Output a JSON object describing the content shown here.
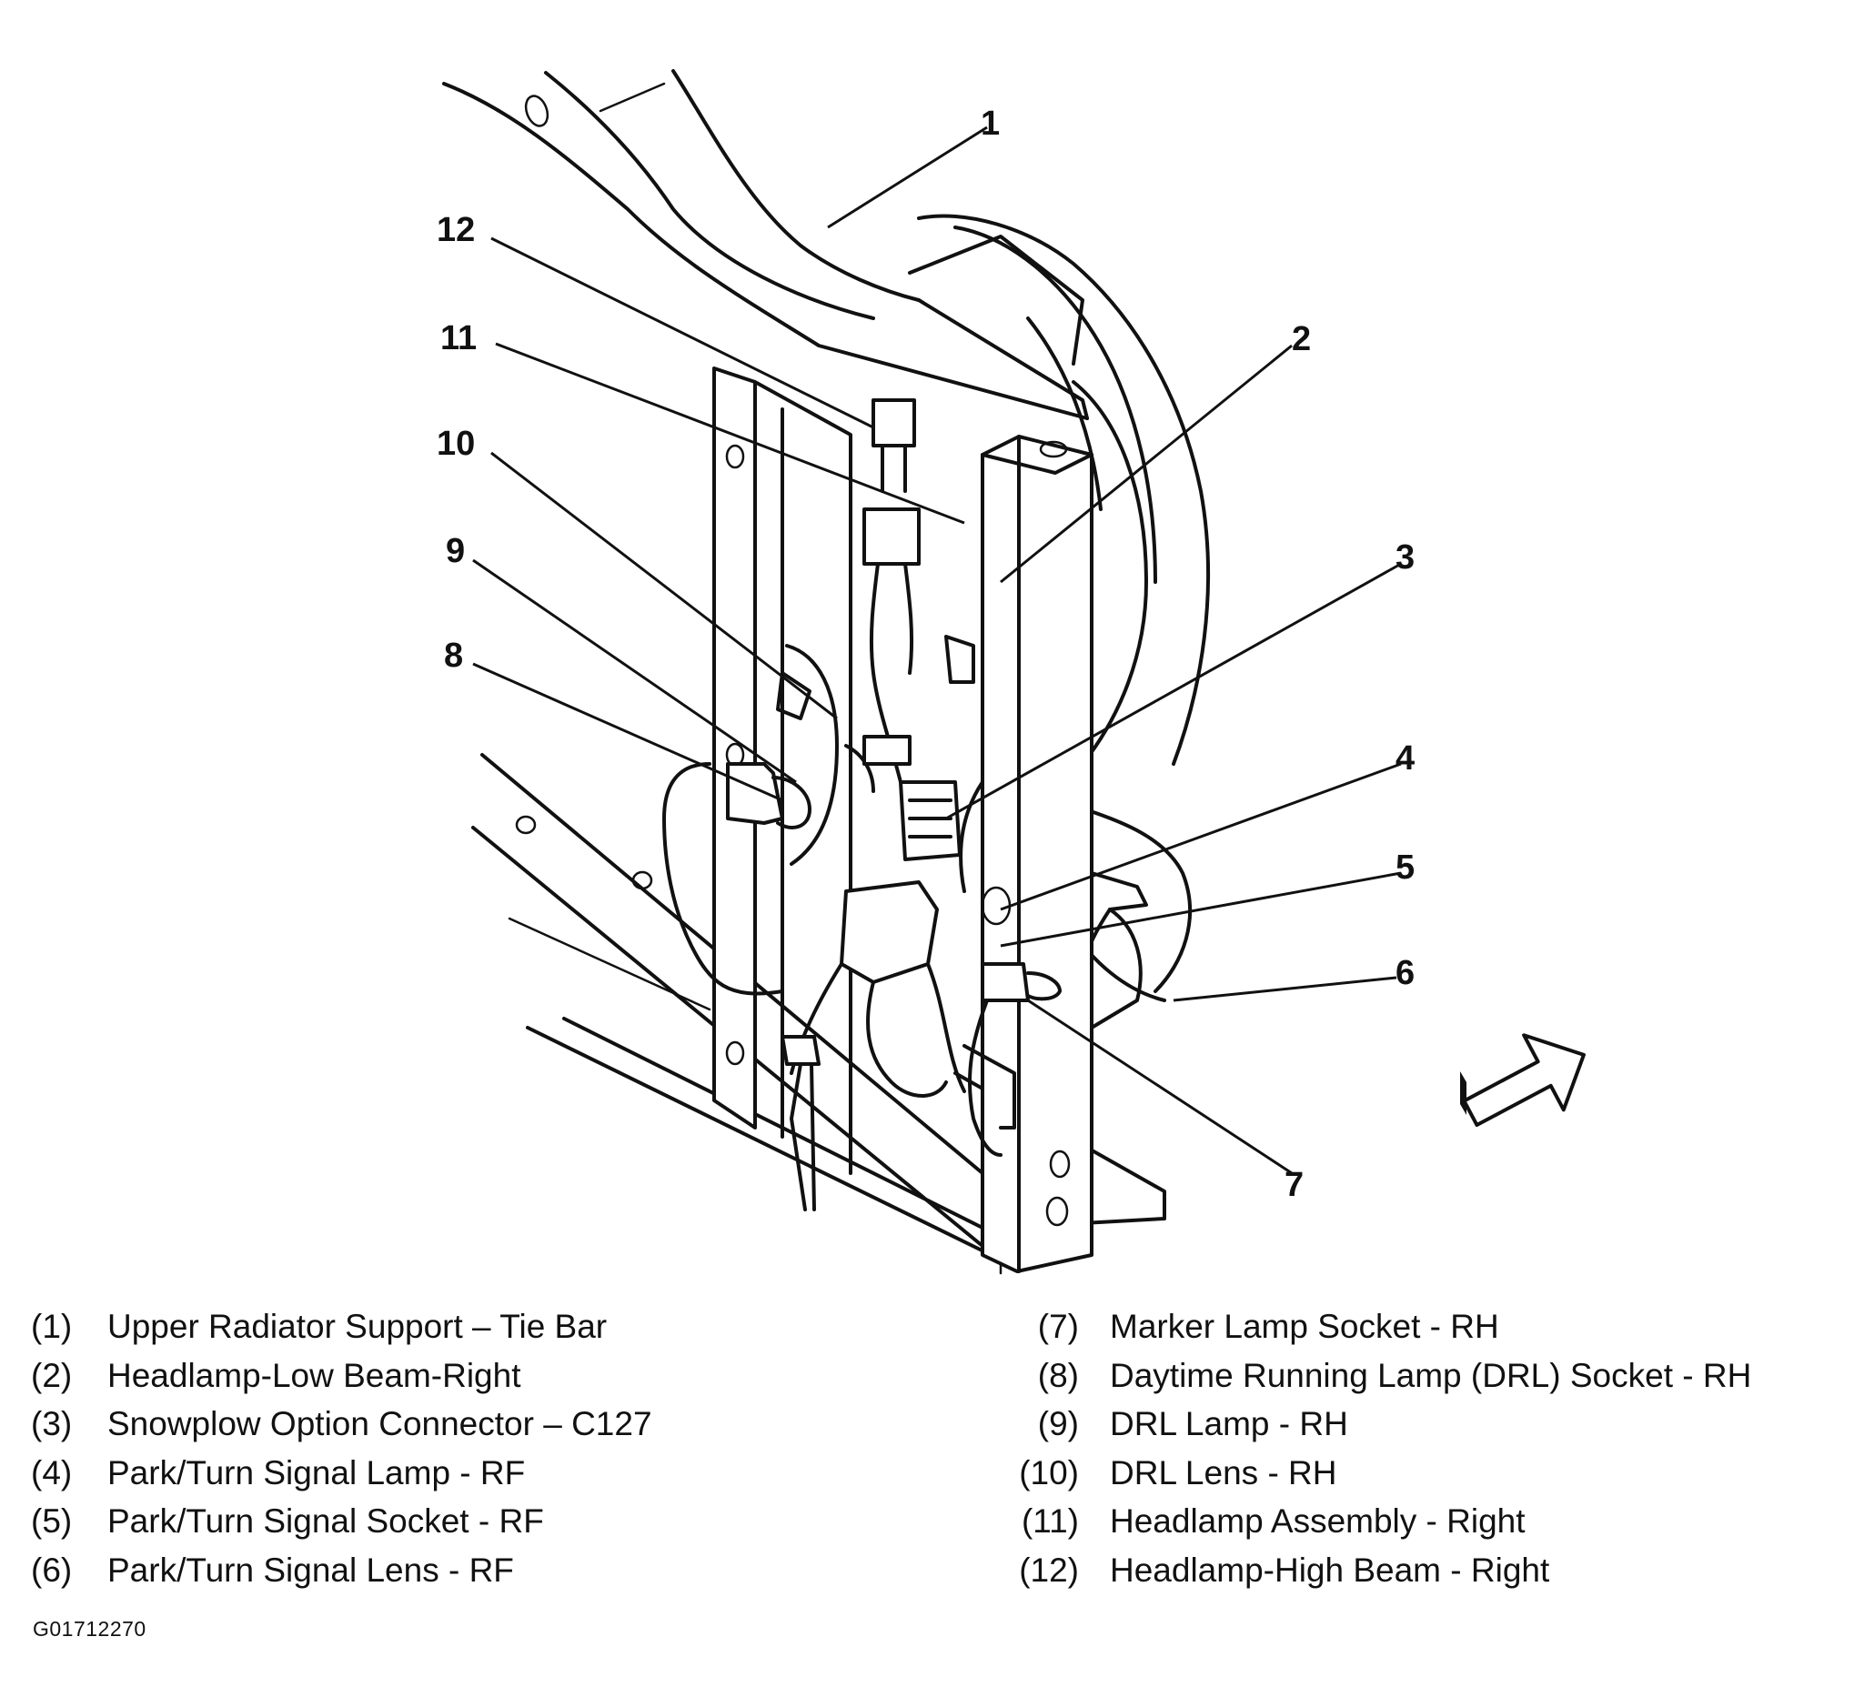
{
  "callouts": [
    "1",
    "2",
    "3",
    "4",
    "5",
    "6",
    "7",
    "8",
    "9",
    "10",
    "11",
    "12"
  ],
  "legend": [
    {
      "num": "(1)",
      "text": "Upper Radiator Support – Tie Bar"
    },
    {
      "num": "(2)",
      "text": "Headlamp-Low Beam-Right"
    },
    {
      "num": "(3)",
      "text": "Snowplow Option Connector – C127"
    },
    {
      "num": "(4)",
      "text": "Park/Turn Signal Lamp - RF"
    },
    {
      "num": "(5)",
      "text": "Park/Turn Signal Socket - RF"
    },
    {
      "num": "(6)",
      "text": "Park/Turn Signal Lens - RF"
    },
    {
      "num": "(7)",
      "text": "Marker Lamp Socket - RH"
    },
    {
      "num": "(8)",
      "text": "Daytime Running Lamp (DRL) Socket - RH"
    },
    {
      "num": "(9)",
      "text": "DRL Lamp - RH"
    },
    {
      "num": "(10)",
      "text": "DRL Lens - RH"
    },
    {
      "num": "(11)",
      "text": "Headlamp Assembly - Right"
    },
    {
      "num": "(12)",
      "text": "Headlamp-High Beam - Right"
    }
  ],
  "figure_id": "G01712270",
  "direction_arrow": "arrow-icon"
}
